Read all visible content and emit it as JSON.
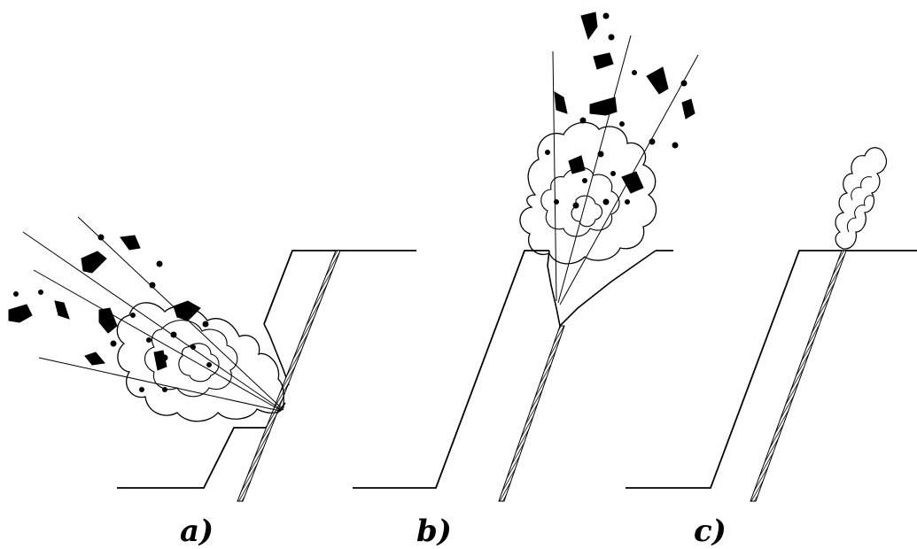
{
  "panels": [
    {
      "id": "a",
      "caption": "a)"
    },
    {
      "id": "b",
      "caption": "b)"
    },
    {
      "id": "c",
      "caption": "c)"
    }
  ],
  "colors": {
    "ink": "#000000",
    "background": "#ffffff"
  },
  "icons": {
    "fragment": "rock-fragment-icon",
    "cloud": "smoke-cloud-icon",
    "borehole": "borehole-charge-icon"
  }
}
